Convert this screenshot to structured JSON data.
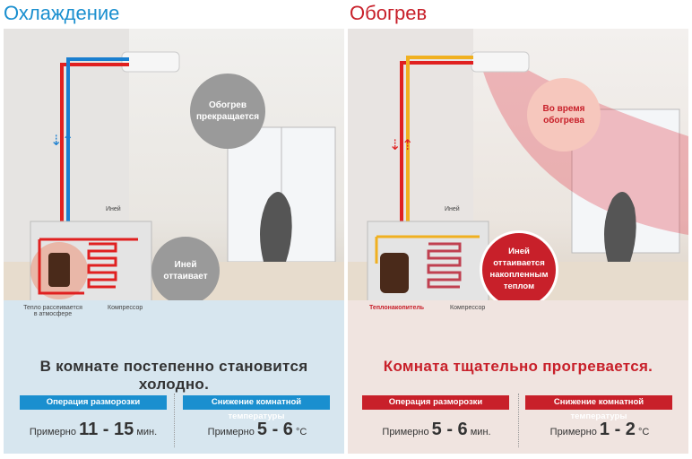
{
  "cooling": {
    "title": "Охлаждение",
    "accent": "#1a8fcf",
    "bubble_top": "Обогрев прекращается",
    "bubble_bottom": "Иней оттаивает",
    "frost_label": "Иней",
    "heat_label": "Тепло рассеивается в атмосфере",
    "compressor_label": "Компрессор",
    "headline": "В комнате постепенно становится холодно.",
    "defrost_tag": "Операция разморозки",
    "temp_tag": "Снижение комнатной температуры",
    "approx": "Примерно",
    "defrost_value": "11 - 15",
    "defrost_unit": "мин.",
    "temp_value": "5 - 6",
    "temp_unit": "°C"
  },
  "heating": {
    "title": "Обогрев",
    "accent": "#c8202a",
    "bubble_top": "Во время обогрева",
    "bubble_bottom": "Иней оттаивается накопленным теплом",
    "frost_label": "Иней",
    "storage_label": "Теплонакопитель",
    "compressor_label": "Компрессор",
    "headline": "Комната тщательно прогревается.",
    "defrost_tag": "Операция разморозки",
    "temp_tag": "Снижение комнатной температуры",
    "approx": "Примерно",
    "defrost_value": "5 - 6",
    "defrost_unit": "мин.",
    "temp_value": "1 - 2",
    "temp_unit": "°C"
  }
}
